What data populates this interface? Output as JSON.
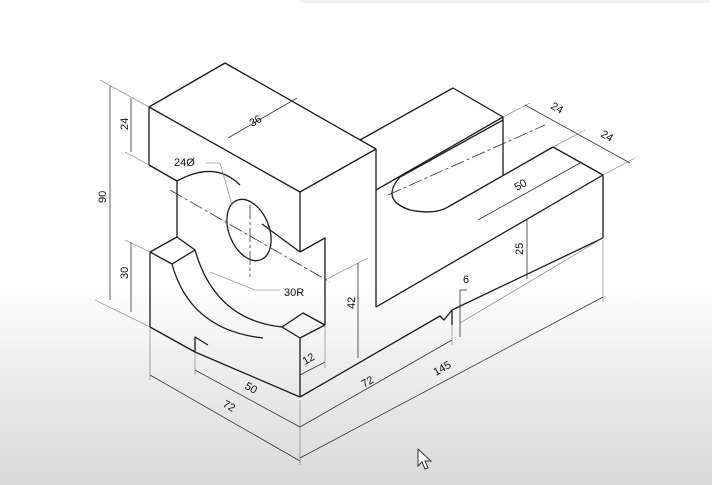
{
  "drawing": {
    "title": "Isometric drawing of a bracket block with dimensions",
    "dimensions": {
      "overall_height": "90",
      "top_block_height": "24",
      "base_step_height": "30",
      "top_block_depth": "36",
      "hole_diameter": "24Ø",
      "arc_radius": "30R",
      "center_height": "42",
      "step_width": "12",
      "inner_width": "50",
      "overall_width": "72",
      "arm_length": "72",
      "overall_length": "145",
      "groove_depth": "6",
      "arm_height": "25",
      "slot_length": "50",
      "slot_width": "24",
      "arm_width": "24"
    }
  },
  "cursor": {
    "icon": "mouse-pointer-icon"
  }
}
